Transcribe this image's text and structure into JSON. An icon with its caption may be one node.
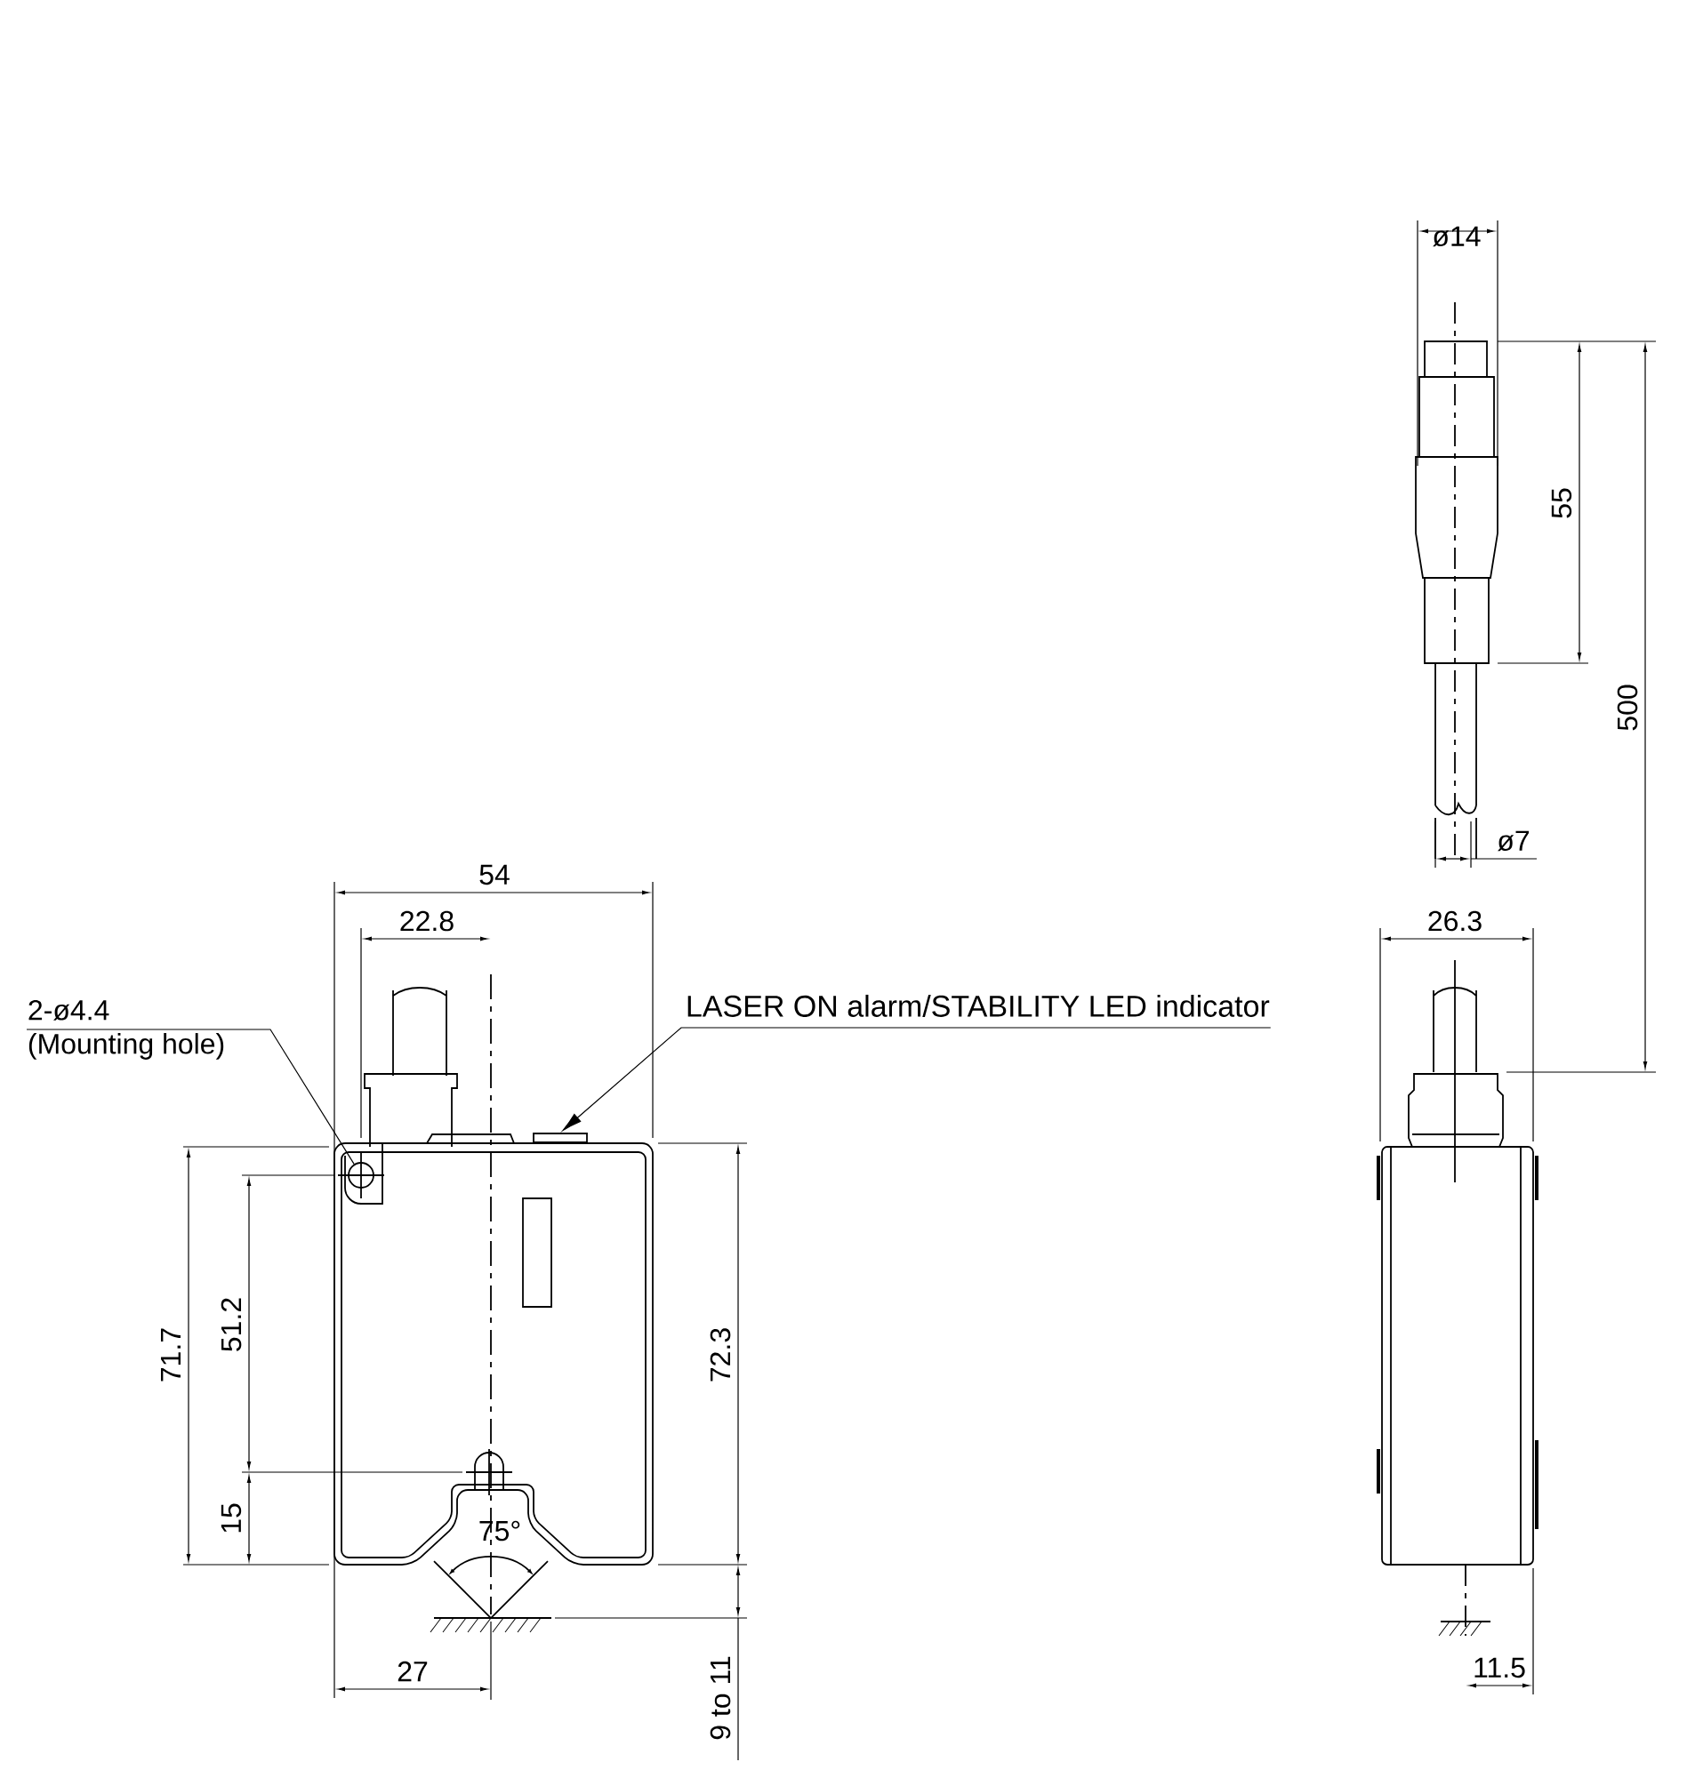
{
  "diagram": {
    "nodes": [
      {
        "text": [
          "2-ø4.4",
          "(Mounting hole)"
        ]
      },
      {
        "text": [],
        "shape": "circle"
      },
      {
        "text": [
          "LASER ON alarm/STABILITY LED indicator"
        ]
      },
      {
        "text": [],
        "shape": "box"
      }
    ],
    "edges": [
      {
        "from": 0,
        "to": 1,
        "arrow": "none"
      },
      {
        "from": 2,
        "to": 3,
        "arrow": "to"
      }
    ],
    "labels": [
      "ø14",
      "55",
      "500",
      "ø7",
      "54",
      "22.8",
      "26.3",
      "71.7",
      "51.2",
      "72.3",
      "15",
      "75°",
      "27",
      "9 to 11",
      "11.5"
    ]
  }
}
